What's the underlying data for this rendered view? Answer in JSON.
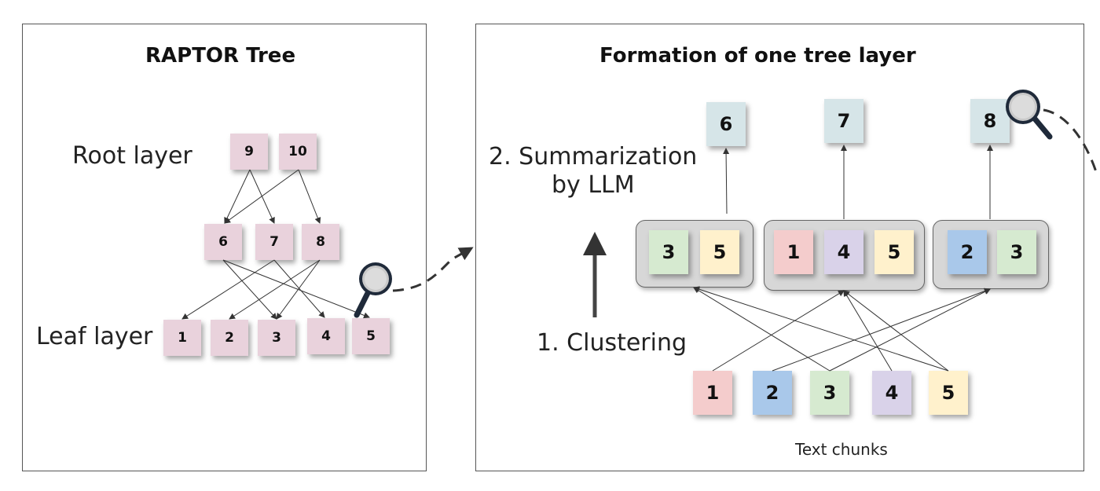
{
  "left_panel": {
    "title": "RAPTOR Tree",
    "root_label": "Root layer",
    "leaf_label": "Leaf layer",
    "root_nodes": [
      "9",
      "10"
    ],
    "mid_nodes": [
      "6",
      "7",
      "8"
    ],
    "leaf_nodes": [
      "1",
      "2",
      "3",
      "4",
      "5"
    ],
    "node_color": "#e9d2dc"
  },
  "right_panel": {
    "title": "Formation of one tree layer",
    "summarization_label_line1": "2. Summarization",
    "summarization_label_line2": "by LLM",
    "clustering_label": "1. Clustering",
    "summary_nodes": [
      "6",
      "7",
      "8"
    ],
    "clusters": [
      [
        "3",
        "5"
      ],
      [
        "1",
        "4",
        "5"
      ],
      [
        "2",
        "3"
      ]
    ],
    "text_chunks": [
      "1",
      "2",
      "3",
      "4",
      "5"
    ],
    "text_chunks_caption": "Text chunks",
    "colors": {
      "1": "#f4cccc",
      "2": "#a9c8ea",
      "3": "#d6ead0",
      "4": "#d9d2e9",
      "5": "#fff1cc",
      "summary": "#d6e5e8"
    }
  },
  "icons": [
    "magnifier-icon",
    "dashed-arrow-icon"
  ]
}
